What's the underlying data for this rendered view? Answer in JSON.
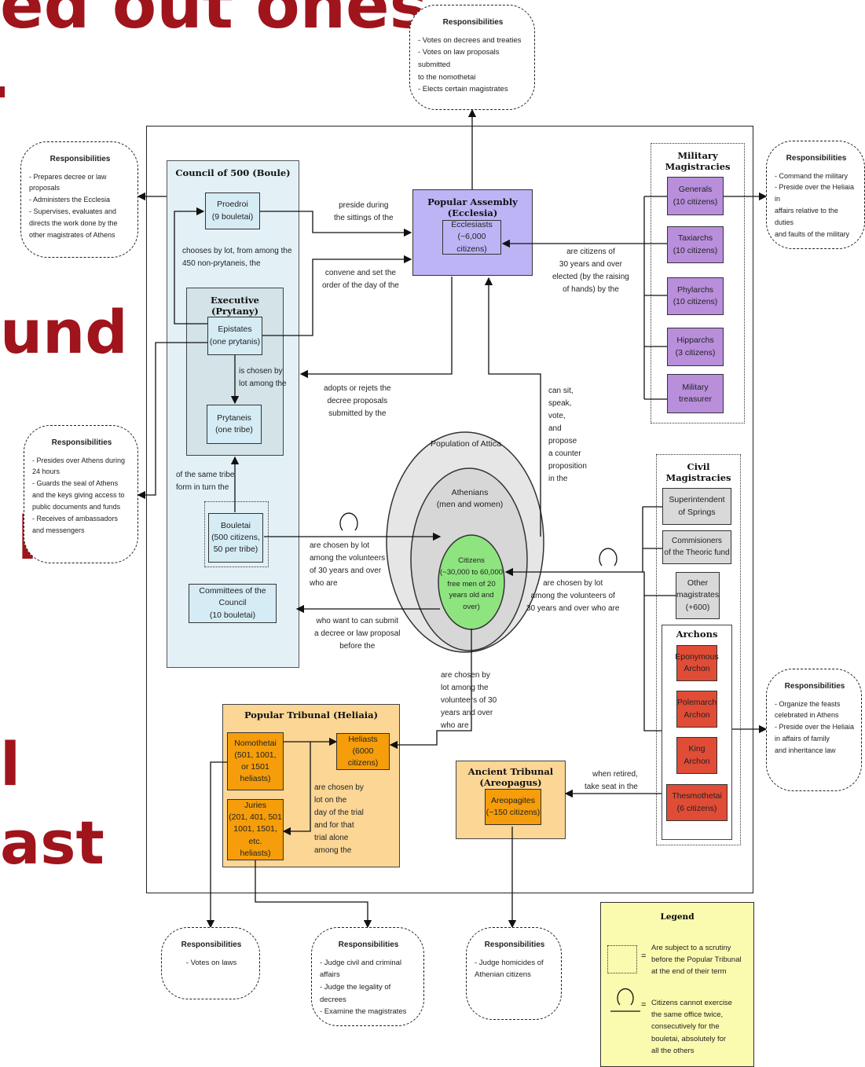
{
  "slide_text": {
    "line1": "ed out ones",
    "line2": "und",
    "line3": "l",
    "line4": "l",
    "line5": "ast"
  },
  "diagram": {
    "containers": {
      "council": "Council of 500 (Boule)",
      "executive": "Executive (Prytany)",
      "assembly": "Popular Assembly (Ecclesia)",
      "military": "Military Magistracies",
      "civil": "Civil Magistracies",
      "archons": "Archons",
      "heliaia": "Popular Tribunal (Heliaia)",
      "areopagus": "Ancient Tribunal (Areopagus)"
    },
    "boxes": {
      "proedroi": "Proedroi\n(9 bouletai)",
      "epistates": "Epistates\n(one prytanis)",
      "prytaneis": "Prytaneis\n(one tribe)",
      "bouletai": "Bouletai\n(500 citizens,\n50 per tribe)",
      "committees": "Committees of the Council\n(10 bouletai)",
      "ecclesiasts": "Ecclesiasts\n(~6,000 citizens)",
      "generals": "Generals\n(10 citizens)",
      "taxiarchs": "Taxiarchs\n(10 citizens)",
      "phylarchs": "Phylarchs\n(10 citizens)",
      "hipparchs": "Hipparchs\n(3 citizens)",
      "treasurer": "Military\ntreasurer",
      "springs": "Superintendent\nof Springs",
      "theoric": "Commisioners\nof the Theoric fund",
      "other": "Other\nmagistrates\n(+600)",
      "eponymous": "Eponymous\nArchon",
      "polemarch": "Polemarch\nArchon",
      "king": "King\nArchon",
      "thesmothetai": "Thesmothetai\n(6 citizens)",
      "nomothetai": "Nomothetai\n(501, 1001,\nor 1501\nheliasts)",
      "juries": "Juries\n(201, 401, 501\n1001, 1501, etc.\nheliasts)",
      "heliasts": "Heliasts\n(6000 citizens)",
      "areopagites": "Areopagites\n(~150 citizens)"
    },
    "population": {
      "attica": "Population of Attica",
      "athenians": "Athenians\n(men and women)",
      "citizens": "Citizens\n(~30,000 to 60,000\nfree men of 20\nyears old and\nover)"
    },
    "labels": {
      "preside": "preside during\nthe sittings of the",
      "chooses": "chooses by lot, from among the\n450 non-prytaneis, the",
      "convene": "convene and set the\norder of the day of the",
      "electedby": "are citizens of\n30 years and over\nelected (by the raising\nof hands) by the",
      "chosen_by": "is chosen by\nlot among the",
      "adopts": "adopts or rejets the\ndecree proposals\nsubmitted by the",
      "cansit": "can sit,\nspeak,\nvote,\nand\npropose\na counter\nproposition\nin the",
      "sametribe": "of the same tribe\nform in turn the",
      "chosenvolunteers": "are chosen by lot\namong the volunteers\nof 30 years and over\nwho are",
      "chosenvolunteers2": "are chosen by lot\namong the volunteers of\n30 years and over who are",
      "whowant": "who want to can submit\na decree or law proposal\nbefore the",
      "chosenlot30": "are chosen by\nlot among the\nvolunteers of 30\nyears and over\nwho are",
      "chosenday": "are chosen by\nlot on the\nday of the trial\nand for that\ntrial alone\namong the",
      "retired": "when retired,\ntake seat in the"
    },
    "responsibilities": [
      {
        "title": "Responsibilities",
        "body": "- Votes on decrees and treaties\n- Votes on law proposals submitted\nto the nomothetai\n- Elects certain magistrates"
      },
      {
        "title": "Responsibilities",
        "body": "- Prepares decree or law proposals\n- Administers the Ecclesia\n- Supervises, evaluates and\ndirects the work done by the\nother magistrates of Athens"
      },
      {
        "title": "Responsibilities",
        "body": "- Command the military\n- Preside over the Heliaia in\naffairs relative to the duties\nand faults of the military"
      },
      {
        "title": "Responsibilities",
        "body": "- Presides over Athens during\n24 hours\n- Guards the seal of Athens\nand the keys giving access to\npublic documents and funds\n- Receives of ambassadors\nand messengers"
      },
      {
        "title": "Responsibilities",
        "body": "- Organize the feasts\ncelebrated in Athens\n- Preside over the Heliaia\nin affairs of family\nand inheritance law"
      },
      {
        "title": "Responsibilities",
        "body": "- Votes on laws"
      },
      {
        "title": "Responsibilities",
        "body": "- Judge civil and criminal affairs\n- Judge the legality of decrees\n- Examine the magistrates"
      },
      {
        "title": "Responsibilities",
        "body": "- Judge homicides of\nAthenian citizens"
      }
    ],
    "legend": {
      "title": "Legend",
      "scrutiny": "Are subject to a scrutiny\nbefore the Popular Tribunal\nat the end of their term",
      "cycle": "Citizens cannot exercise\nthe same office twice,\nconsecutively for the\nbouletai, absolutely for\nall the others",
      "eq": "="
    },
    "colors": {
      "council_bg": "#e3f1f6",
      "assembly": "#bdb4f6",
      "military": "#b98fdc",
      "civil": "#d9d9d9",
      "archon": "#e04c36",
      "heliaia_bg": "#fbd695",
      "heliast": "#f59d0a",
      "citizens": "#8ee57f",
      "legend_bg": "#fbfbb0",
      "slide_text": "#a0141c"
    }
  }
}
